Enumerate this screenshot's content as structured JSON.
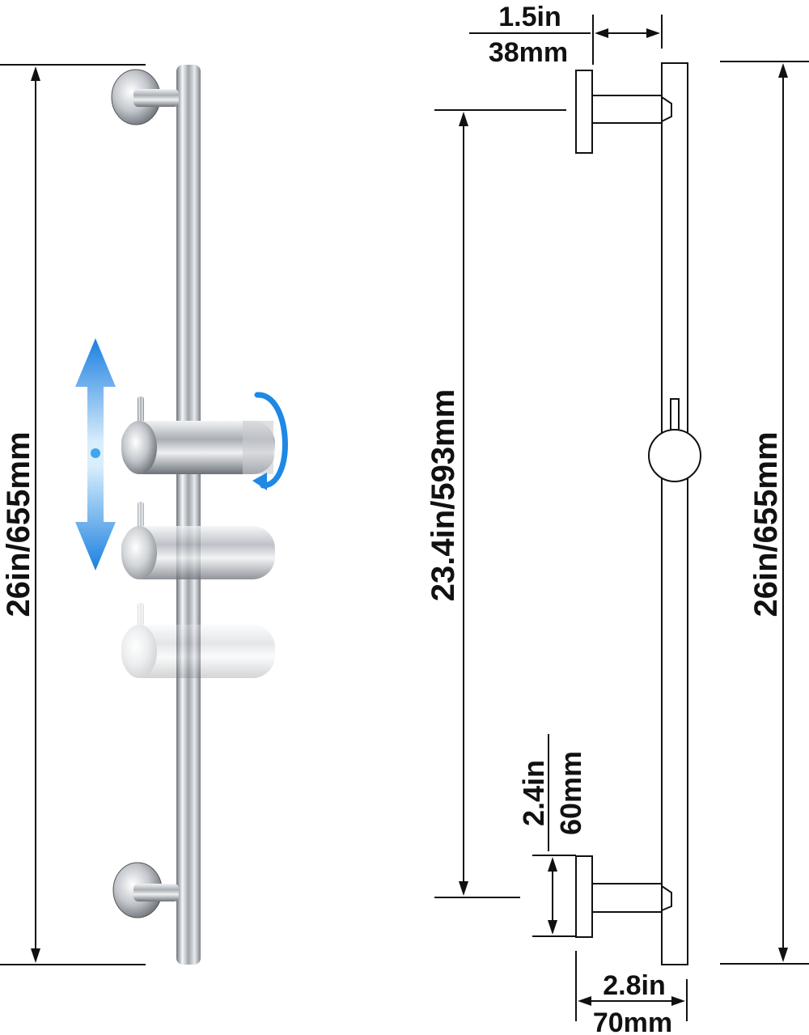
{
  "dimensions": {
    "left_total_height": "26in/655mm",
    "right_total_height": "26in/655mm",
    "bracket_spacing": "23.4in/593mm",
    "top_offset_in": "1.5in",
    "top_offset_mm": "38mm",
    "bracket_height_in": "2.4in",
    "bracket_height_mm": "60mm",
    "bottom_depth_in": "2.8in",
    "bottom_depth_mm": "70mm"
  },
  "colors": {
    "line": "#111111",
    "chrome_dark": "#7a7f86",
    "chrome_light": "#f4f6f8",
    "arrow_blue": "#1e88e5",
    "arrow_light": "#cfe8fb"
  },
  "icons": [
    "vertical-adjust-arrow-icon",
    "rotate-arrow-icon"
  ]
}
